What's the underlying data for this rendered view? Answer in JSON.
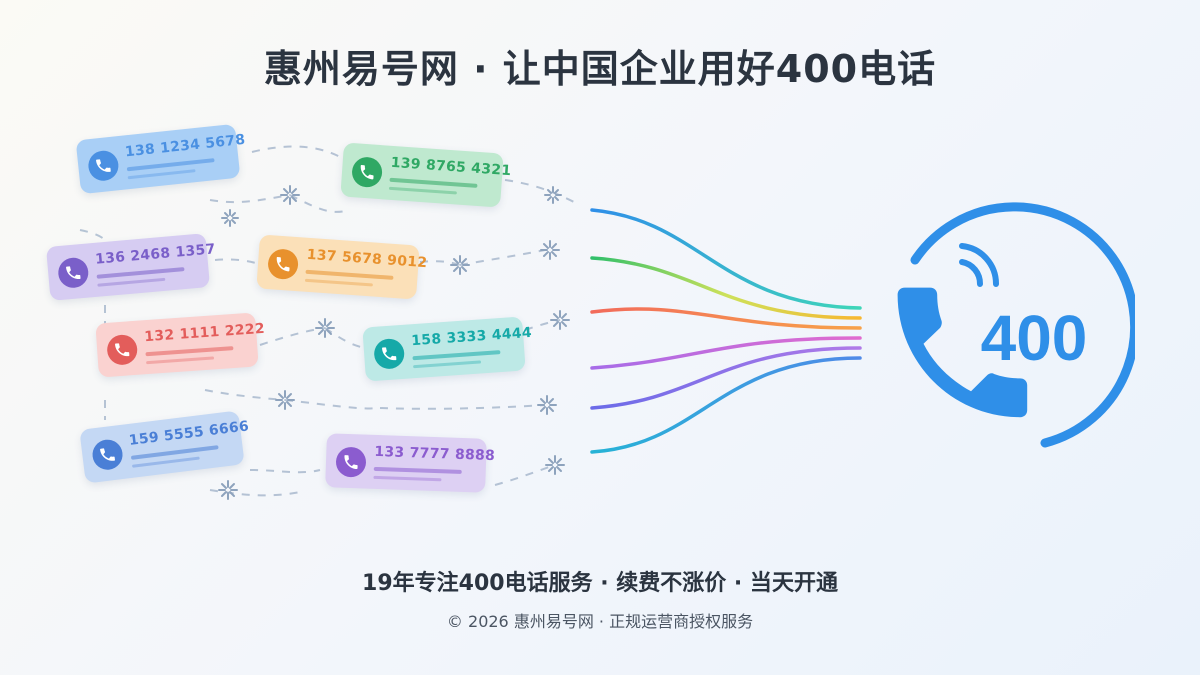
{
  "title": "惠州易号网 · 让中国企业用好400电话",
  "cards": [
    {
      "number": "138 1234 5678",
      "color": "#4a90e2",
      "bg": "#a9cff6"
    },
    {
      "number": "139 8765 4321",
      "color": "#2fa864",
      "bg": "#bfe9cf"
    },
    {
      "number": "136 2468 1357",
      "color": "#7a5fc9",
      "bg": "#d6ccf2"
    },
    {
      "number": "137 5678 9012",
      "color": "#e8912d",
      "bg": "#fbe0b8"
    },
    {
      "number": "132 1111 2222",
      "color": "#e35d5b",
      "bg": "#fad2d0"
    },
    {
      "number": "158 3333 4444",
      "color": "#16a9a8",
      "bg": "#bde9e6"
    },
    {
      "number": "159 5555 6666",
      "color": "#4a7fd6",
      "bg": "#c4d8f4"
    },
    {
      "number": "133 7777 8888",
      "color": "#8b5ccf",
      "bg": "#ddd0f3"
    }
  ],
  "hub": {
    "label": "400",
    "color": "#2f8fe8"
  },
  "tagline": "19年专注400电话服务 · 续费不涨价 · 当天开通",
  "footer": "© 2026 惠州易号网 · 正规运营商授权服务"
}
